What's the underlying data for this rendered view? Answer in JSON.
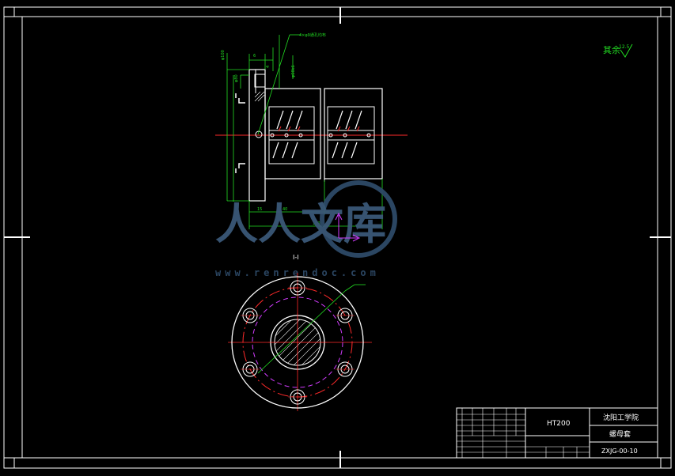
{
  "drawing": {
    "section_label": "I-I",
    "material": "HT200",
    "school": "沈阳工学院",
    "part_name": "螺母套",
    "drawing_number": "ZXJG-00-10",
    "roughness_note": "其余",
    "roughness_value": "12.5"
  },
  "watermark": {
    "brand": "人人文库",
    "url": "www.renrendoc.com"
  },
  "colors": {
    "outline": "#ffffff",
    "dimension": "#22dd22",
    "center_line": "#ff2a2a",
    "hidden_circle": "#d23cff",
    "watermark": "#3a5878"
  }
}
